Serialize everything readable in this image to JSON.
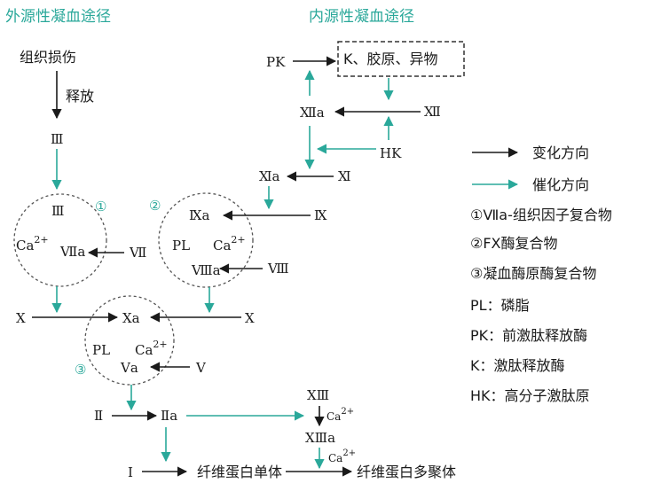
{
  "titles": {
    "extrinsic": "外源性凝血途径",
    "intrinsic": "内源性凝血途径"
  },
  "nodes": {
    "tissue_damage": "组织损伤",
    "release": "释放",
    "f3": "Ⅲ",
    "f3_complex": "Ⅲ",
    "ca1": "Ca",
    "f7a": "Ⅶa",
    "f7": "Ⅶ",
    "circle1": "①",
    "circle2": "②",
    "circle3": "③",
    "pk": "PK",
    "k_box": "K、胶原、异物",
    "f12a": "Ⅻa",
    "f12": "Ⅻ",
    "hk": "HK",
    "f11a": "Ⅺa",
    "f11": "Ⅺ",
    "f9a": "Ⅸa",
    "f9": "Ⅸ",
    "pl1": "PL",
    "ca2": "Ca",
    "f8a": "Ⅷa",
    "f8": "Ⅷ",
    "x_left": "X",
    "xa": "Xa",
    "x_right": "X",
    "pl2": "PL",
    "ca3": "Ca",
    "f5a": "Ⅴa",
    "f5": "Ⅴ",
    "f2": "Ⅱ",
    "f2a": "Ⅱa",
    "f13": "ⅩⅢ",
    "ca4": "Ca",
    "f13a": "ⅩⅢa",
    "ca5": "Ca",
    "f1": "Ⅰ",
    "fibrin_mono": "纤维蛋白单体",
    "fibrin_poly": "纤维蛋白多聚体",
    "ca_sup": "2+"
  },
  "legend": {
    "change_direction": "变化方向",
    "catalysis_direction": "催化方向",
    "item1": "①Ⅶa-组织因子复合物",
    "item2": "②FⅩ酶复合物",
    "item3": "③凝血酶原酶复合物",
    "pl": "PL：磷脂",
    "pk": "PK：前激肽释放酶",
    "k": "K：激肽释放酶",
    "hk": "HK：高分子激肽原"
  },
  "colors": {
    "catalysis": "#2aa89a",
    "change": "#1a1a1a"
  }
}
